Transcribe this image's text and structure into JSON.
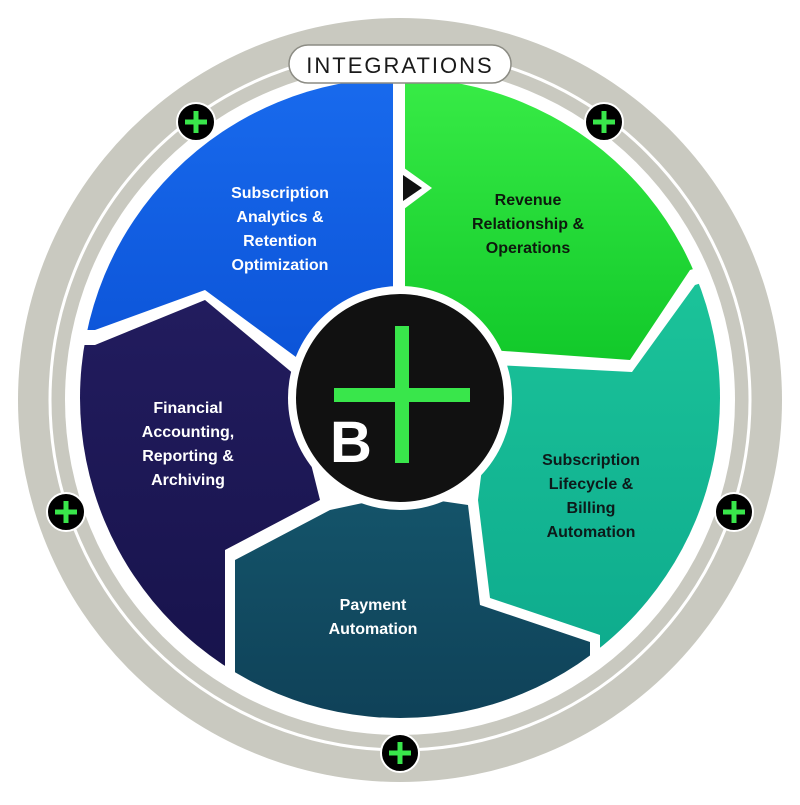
{
  "ring": {
    "title": "INTEGRATIONS",
    "plus_icon_count": 5
  },
  "hub": {
    "letter": "B",
    "accent_color": "#39e64b"
  },
  "segments": [
    {
      "id": "analytics",
      "lines": [
        "Subscription",
        "Analytics &",
        "Retention",
        "Optimization"
      ],
      "color_top": "#1a6df0",
      "color_bottom": "#0c54d8",
      "text_color": "#ffffff"
    },
    {
      "id": "revenue",
      "lines": [
        "Revenue",
        "Relationship &",
        "Operations"
      ],
      "color_top": "#3df04a",
      "color_bottom": "#12c92a",
      "text_color": "#0d1a0d"
    },
    {
      "id": "billing",
      "lines": [
        "Subscription",
        "Lifecycle &",
        "Billing",
        "Automation"
      ],
      "color_top": "#1cc49a",
      "color_bottom": "#0aa58a",
      "text_color": "#0d1a1a"
    },
    {
      "id": "payment",
      "lines": [
        "Payment",
        "Automation"
      ],
      "color_top": "#14546a",
      "color_bottom": "#0e3e55",
      "text_color": "#ffffff"
    },
    {
      "id": "financial",
      "lines": [
        "Financial",
        "Accounting,",
        "Reporting &",
        "Archiving"
      ],
      "color_top": "#221c5e",
      "color_bottom": "#151148",
      "text_color": "#ffffff"
    }
  ],
  "colors": {
    "ring": "#c9c9c0",
    "ring_line": "#ffffff",
    "hub_bg": "#111111",
    "divider": "#ffffff"
  }
}
